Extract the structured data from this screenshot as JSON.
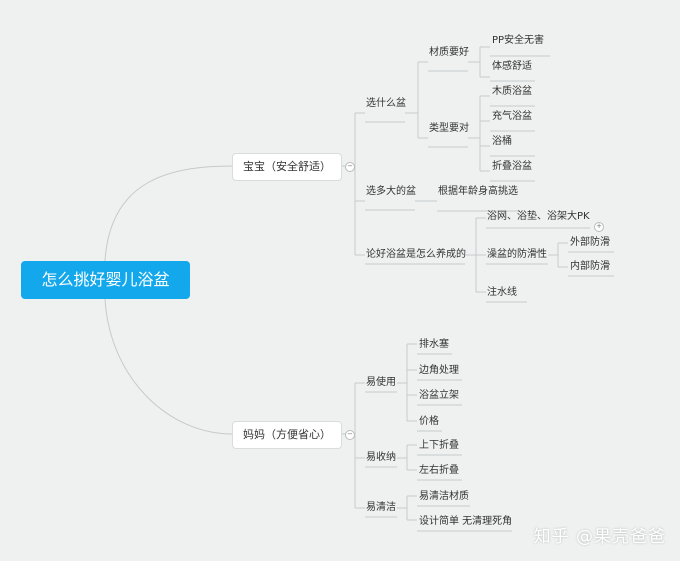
{
  "root": "怎么挑好婴儿浴盆",
  "branches": {
    "baby": {
      "label": "宝宝（安全舒适）",
      "choose": {
        "label": "选什么盆",
        "material": {
          "label": "材质要好",
          "items": [
            "PP安全无害",
            "体感舒适"
          ]
        },
        "type": {
          "label": "类型要对",
          "items": [
            "木质浴盆",
            "充气浴盆",
            "浴桶",
            "折叠浴盆"
          ]
        }
      },
      "size": {
        "label": "选多大的盆",
        "items": [
          "根据年龄身高挑选"
        ]
      },
      "habits": {
        "label": "论好浴盆是怎么养成的",
        "pk": "浴网、浴垫、浴架大PK",
        "slip": {
          "label": "澡盆的防滑性",
          "items": [
            "外部防滑",
            "内部防滑"
          ]
        },
        "waterline": "注水线"
      }
    },
    "mom": {
      "label": "妈妈（方便省心）",
      "use": {
        "label": "易使用",
        "items": [
          "排水塞",
          "边角处理",
          "浴盆立架",
          "价格"
        ]
      },
      "store": {
        "label": "易收纳",
        "items": [
          "上下折叠",
          "左右折叠"
        ]
      },
      "clean": {
        "label": "易清洁",
        "items": [
          "易清洁材质",
          "设计简单 无清理死角"
        ]
      }
    }
  },
  "watermark": "知乎 @果壳爸爸",
  "colors": {
    "root": "#13a8ec",
    "line": "#c5cacb",
    "background": "#eef1f0"
  }
}
